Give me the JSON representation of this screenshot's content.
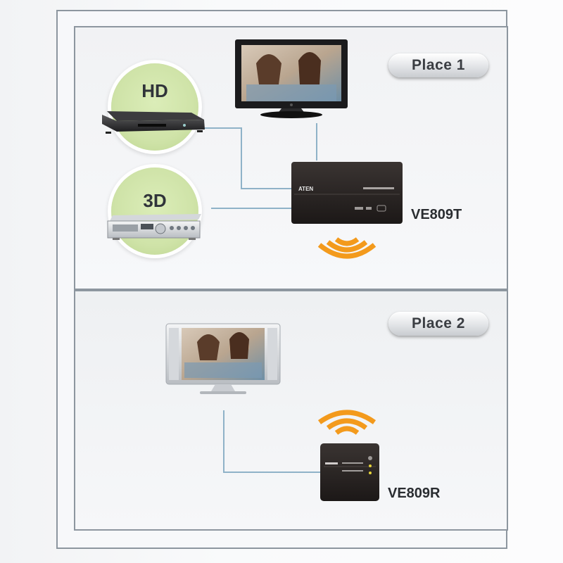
{
  "place1": {
    "label": "Place 1"
  },
  "place2": {
    "label": "Place 2"
  },
  "sources": {
    "hd": {
      "label": "HD",
      "device_icon": "dvd-player-icon"
    },
    "td": {
      "label": "3D",
      "device_icon": "av-receiver-icon"
    }
  },
  "transmitter": {
    "model": "VE809T",
    "brand": "ATEN",
    "icon": "transmitter-box-icon"
  },
  "receiver": {
    "model": "VE809R",
    "icon": "receiver-box-icon"
  },
  "colors": {
    "wifi": "#f39a1c",
    "cable": "#8fb2c8",
    "circle": "#cfe3a8",
    "frame": "#8d969f"
  }
}
